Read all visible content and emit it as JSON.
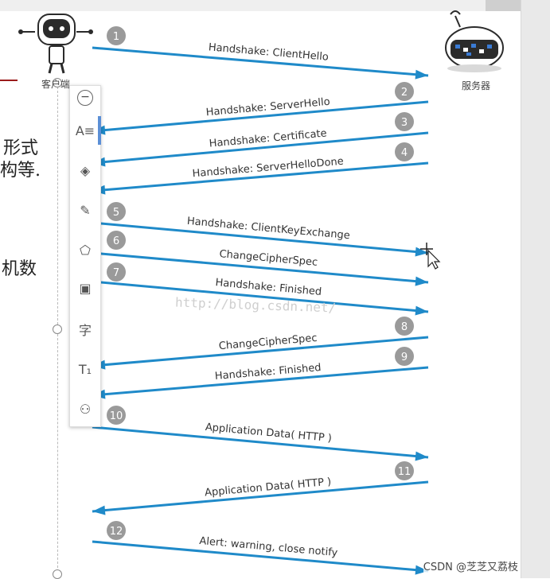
{
  "client_label": "客户端",
  "server_label": "服务器",
  "left_text": {
    "line1": "形式",
    "line2": "构等.",
    "line3": "机数"
  },
  "watermark": "http://blog.csdn.net/",
  "credit": "CSDN @芝芝又荔枝",
  "toolbar": {
    "collapse": "−",
    "tools": [
      {
        "name": "text-format-icon",
        "glyph": "A≡"
      },
      {
        "name": "layers-icon",
        "glyph": "◈"
      },
      {
        "name": "pen-icon",
        "glyph": "✎"
      },
      {
        "name": "fill-icon",
        "glyph": "⬠"
      },
      {
        "name": "frame-icon",
        "glyph": "▣"
      },
      {
        "name": "font-icon",
        "glyph": "字"
      },
      {
        "name": "text-style-icon",
        "glyph": "T₁"
      },
      {
        "name": "shapes-icon",
        "glyph": "⚇"
      }
    ]
  },
  "steps": [
    {
      "num": "1",
      "label": "Handshake: ClientHello",
      "dir": "c2s"
    },
    {
      "num": "2",
      "label": "Handshake: ServerHello",
      "dir": "s2c"
    },
    {
      "num": "3",
      "label": "Handshake: Certificate",
      "dir": "s2c"
    },
    {
      "num": "4",
      "label": "Handshake: ServerHelloDone",
      "dir": "s2c"
    },
    {
      "num": "5",
      "label": "Handshake: ClientKeyExchange",
      "dir": "c2s"
    },
    {
      "num": "6",
      "label": "ChangeCipherSpec",
      "dir": "c2s"
    },
    {
      "num": "7",
      "label": "Handshake: Finished",
      "dir": "c2s"
    },
    {
      "num": "8",
      "label": "ChangeCipherSpec",
      "dir": "s2c"
    },
    {
      "num": "9",
      "label": "Handshake: Finished",
      "dir": "s2c"
    },
    {
      "num": "10",
      "label": "Application Data( HTTP )",
      "dir": "c2s"
    },
    {
      "num": "11",
      "label": "Application Data( HTTP )",
      "dir": "s2c"
    },
    {
      "num": "12",
      "label": "Alert: warning, close notify",
      "dir": "c2s"
    }
  ],
  "colors": {
    "arrow": "#1f8ac9",
    "badge": "#9a9a9a",
    "robot_dark": "#2b2b2b",
    "server_blue": "#3a7bd5"
  }
}
